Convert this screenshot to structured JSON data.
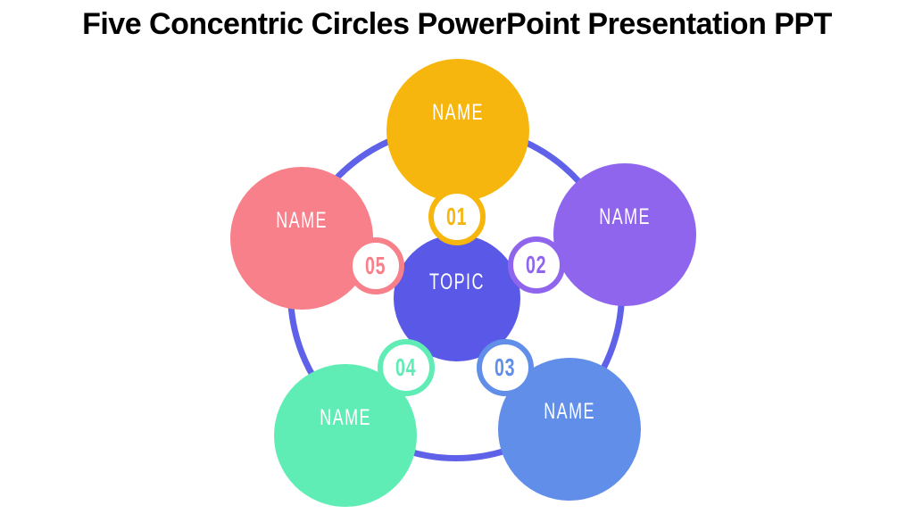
{
  "page": {
    "title": "Five Concentric Circles PowerPoint Presentation PPT",
    "title_color": "#000000",
    "background_color": "#ffffff"
  },
  "diagram": {
    "ring_color": "#5f62e8",
    "center": {
      "label": "TOPIC",
      "color": "#5a58e6",
      "text_color": "#ffffff"
    },
    "items": [
      {
        "number": "01",
        "name": "NAME",
        "color": "#f7b60d",
        "position": "top"
      },
      {
        "number": "02",
        "name": "NAME",
        "color": "#9065ed",
        "position": "right"
      },
      {
        "number": "03",
        "name": "NAME",
        "color": "#608ee9",
        "position": "bottom-right"
      },
      {
        "number": "04",
        "name": "NAME",
        "color": "#5fedb5",
        "position": "bottom-left"
      },
      {
        "number": "05",
        "name": "NAME",
        "color": "#f8808a",
        "position": "left"
      }
    ]
  }
}
